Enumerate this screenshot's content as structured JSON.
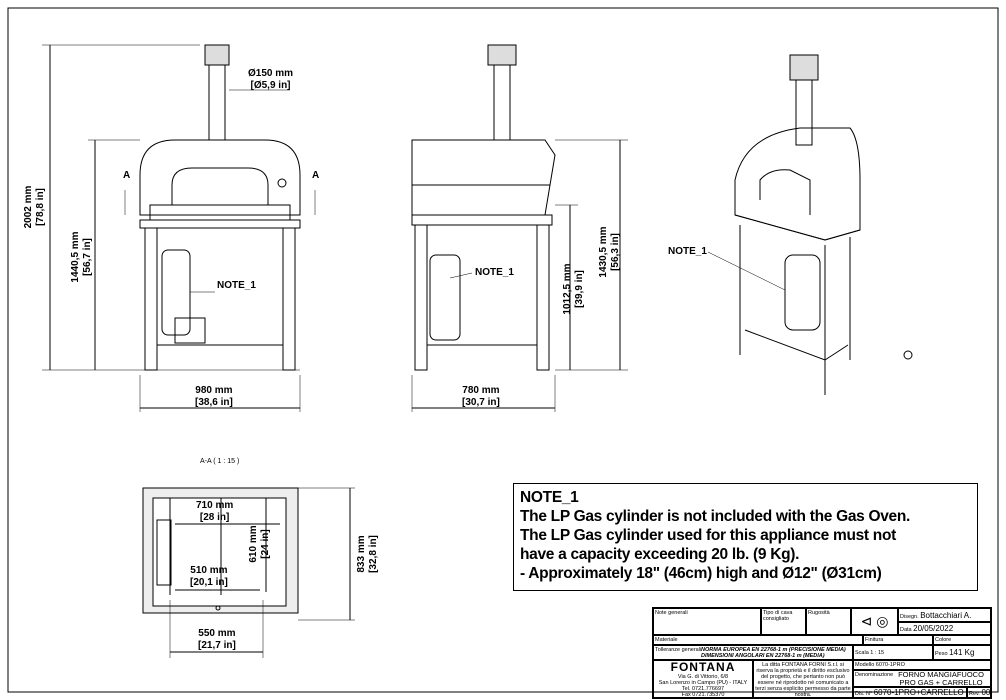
{
  "front_view": {
    "chimney_diameter": "Ø150 mm",
    "chimney_diameter_in": "[Ø5,9 in]",
    "total_height": "2002 mm",
    "total_height_in": "[78,8 in]",
    "oven_height": "1440,5 mm",
    "oven_height_in": "[56,7 in]",
    "width": "980 mm",
    "width_in": "[38,6 in]",
    "note_ref": "NOTE_1",
    "section_mark": "A"
  },
  "side_view": {
    "depth": "780 mm",
    "depth_in": "[30,7 in]",
    "shelf_height": "1012,5 mm",
    "shelf_height_in": "[39,9 in]",
    "oven_height": "1430,5 mm",
    "oven_height_in": "[56,3 in]",
    "note_ref": "NOTE_1"
  },
  "iso_view": {
    "note_ref": "NOTE_1"
  },
  "section_view": {
    "title": "A-A ( 1 : 15 )",
    "inner_width": "710 mm",
    "inner_width_in": "[28 in]",
    "inner_depth": "610 mm",
    "inner_depth_in": "[24 in]",
    "floor_width": "510 mm",
    "floor_width_in": "[20,1 in]",
    "door_width": "550 mm",
    "door_width_in": "[21,7 in]",
    "outer_depth": "833 mm",
    "outer_depth_in": "[32,8 in]"
  },
  "note": {
    "title": "NOTE_1",
    "lines": [
      "The LP Gas cylinder is not included with the Gas Oven.",
      "The LP Gas cylinder used for this appliance must not",
      "have a capacity exceeding 20 lb. (9 Kg).",
      "- Approximately 18\" (46cm) high and Ø12\" (Ø31cm)"
    ]
  },
  "title_block": {
    "note_generali": "Note generali",
    "tipo_cava": "Tipo di cava consigliato",
    "rugosita": "Rugosità",
    "disegn_label": "Disegn.",
    "disegn": "Bottacchiari A.",
    "data_label": "Data",
    "data": "20/05/2022",
    "materiale": "Materiale",
    "finitura": "Finitura",
    "colore": "Colore",
    "tolleranze": "Tolleranze generali",
    "norma1": "NORMA EUROPEA EN 22768-1 m (PRECISIONE MEDIA)",
    "norma2": "DIMENSIONI ANGOLARI EN 22768-1 m (MEDIA)",
    "scala_label": "Scala",
    "scala": "1 : 15",
    "peso_label": "Peso",
    "peso": "141 Kg",
    "logo": "FONTANA",
    "address": [
      "Via G. di Vittorio, 6/8",
      "San Lorenzo in Campo (PU) - ITALY",
      "Tel. 0721.776697",
      "Fax 0721.735370"
    ],
    "disclaimer": "La ditta FONTANA FORNI S.r.l. si riserva la proprietà e il diritto esclusivo del progetto, che pertanto non può essere né riprodotto né comunicato a terzi senza esplicito permesso da parte nostra.",
    "modello_label": "Modello",
    "modello": "6070-1PRO",
    "denominazione_label": "Denominazione",
    "denominazione": "FORNO MANGIAFUOCO PRO GAS + CARRELLO",
    "dis_label": "Dis. N°",
    "dis": "6070-1PRO+CARRELLO",
    "rev_label": "Rev.",
    "rev": "00"
  }
}
